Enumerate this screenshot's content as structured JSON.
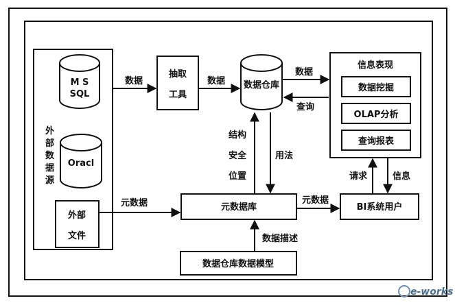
{
  "external_sources": {
    "label": "外部数据源",
    "ms_sql": [
      "M S",
      "SQL"
    ],
    "oracle": "Oracl",
    "ext_file": [
      "外部",
      "文件"
    ]
  },
  "extract_tool": [
    "抽取",
    "工具"
  ],
  "warehouse": "数据仓库",
  "info_panel": {
    "title": "信息表现",
    "items": [
      "数据挖掘",
      "OLAP分析",
      "查询报表"
    ]
  },
  "metadata_db": "元数据库",
  "model_box": "数据仓库数据模型",
  "bi_user": "BI系统用户",
  "edges": {
    "src_to_tool": "数据",
    "tool_to_wh": "数据",
    "wh_to_info": "数据",
    "info_to_wh": "查询",
    "meta_up": [
      "结构",
      "安全",
      "位置"
    ],
    "usage": "用法",
    "file_to_meta": "元数据",
    "meta_to_bi": "元数据",
    "bi_request": "请求",
    "bi_info": "信息",
    "model_desc": "数据描述"
  },
  "watermark": "e-works"
}
